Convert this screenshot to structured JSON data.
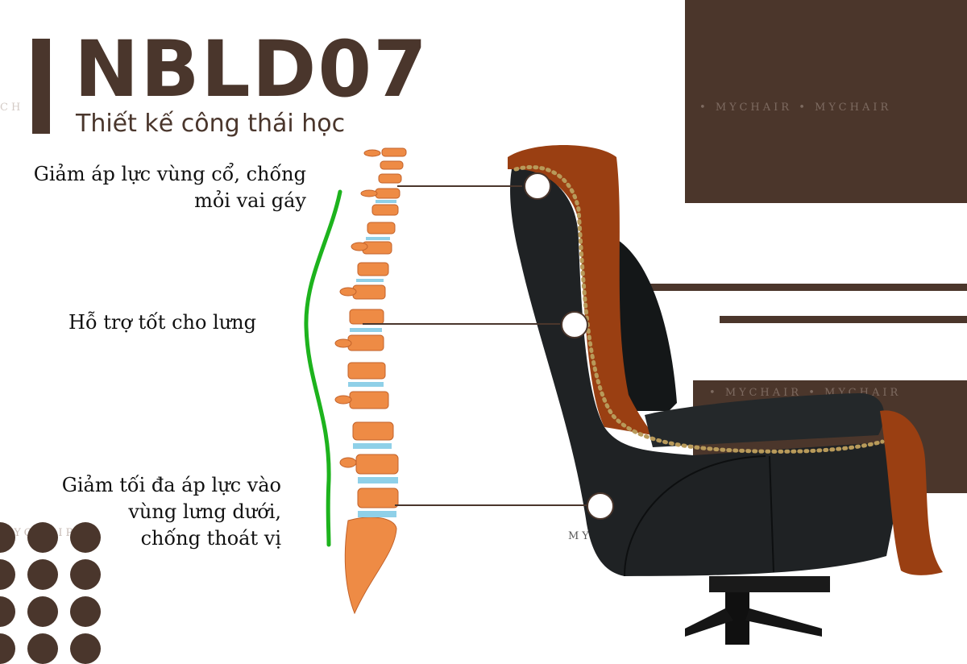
{
  "product": {
    "model": "NBLD07",
    "tagline": "Thiết kế công thái học"
  },
  "features": [
    {
      "line1": "Giảm áp lực vùng cổ, chống",
      "line2": "mỏi vai gáy"
    },
    {
      "line1": "Hỗ trợ tốt cho lưng"
    },
    {
      "line1": "Giảm tối đa áp lực vào",
      "line2": "vùng lưng dưới,",
      "line3": "chống thoát vị"
    }
  ],
  "watermark": "MYCHAIR",
  "colors": {
    "brand_brown": "#4b362b",
    "spine_orange": "#ee8b45",
    "disc_blue": "#8fd0e8",
    "curve_green": "#1db31d",
    "leather_black": "#1f2224",
    "wood": "#9a3f12",
    "studs": "#b89a5a"
  },
  "icons": [
    "spine-illustration",
    "spinal-curve-line",
    "office-chair-photo",
    "decorative-dot-grid"
  ]
}
